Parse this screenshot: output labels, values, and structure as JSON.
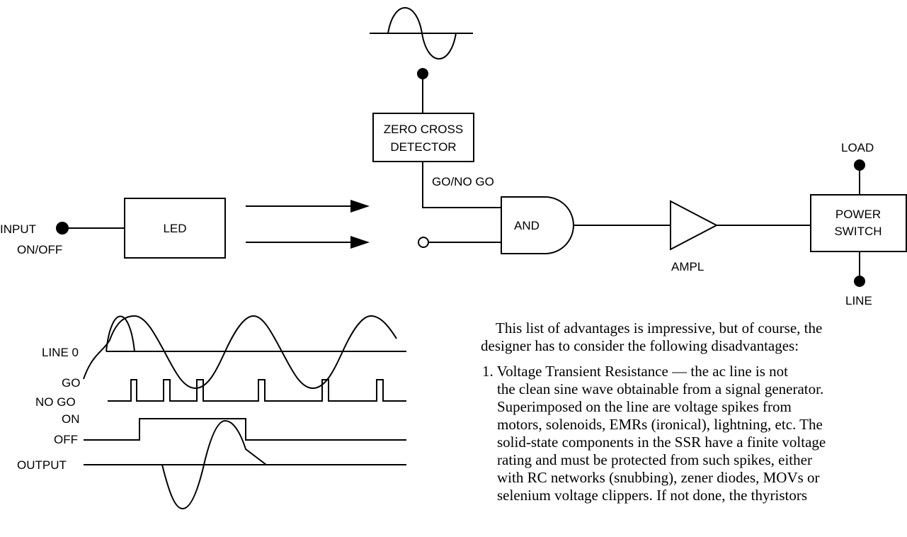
{
  "diagram": {
    "zero_cross_detector": [
      "ZERO CROSS",
      "DETECTOR"
    ],
    "go_no_go": "GO/NO GO",
    "input": "INPUT",
    "on_off": "ON/OFF",
    "led": "LED",
    "and_gate": "AND",
    "ampl": "AMPL",
    "power_switch": [
      "POWER",
      "SWITCH"
    ],
    "load": "LOAD",
    "line": "LINE"
  },
  "timing": {
    "line0": "LINE 0",
    "go": "GO",
    "no_go": "NO GO",
    "on": "ON",
    "off": "OFF",
    "output": "OUTPUT"
  },
  "text": {
    "p1": "This list of advantages is impressive, but of course, the",
    "p2": "designer has to consider the following disadvantages:",
    "item1": [
      "1. Voltage Transient Resistance — the ac line is not",
      "the clean sine wave obtainable from a signal generator.",
      "Superimposed on the line are voltage spikes from",
      "motors, solenoids, EMRs (ironical), lightning, etc. The",
      "solid-state components in the SSR have a finite voltage",
      "rating and must be protected from such spikes, either",
      "with RC networks (snubbing), zener diodes, MOVs or",
      "selenium voltage clippers. If not done, the thyristors"
    ]
  }
}
